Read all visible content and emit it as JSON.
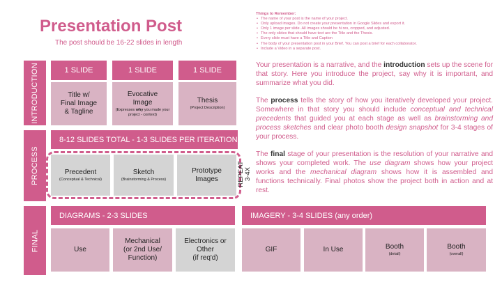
{
  "title": "Presentation Post",
  "subtitle": "The post should be 16-22 slides in length",
  "reminders": {
    "heading": "Things to Remember:",
    "items": [
      "The name of your post is the name of your project.",
      "Only upload images. Do not create your presentation in Google Slides and export it.",
      "Only 1 image per slide. All images should be hi res, cropped, and adjusted.",
      "The only slides that should have text are the Title and the Thesis.",
      "Every slide must have a Title and Caption",
      "The body of your presentation post in your Brief. You can post a brief for each collaborator.",
      "Include a Video in a separate post."
    ]
  },
  "paragraphs": {
    "intro": {
      "before": "Your presentation is a narrative, and the ",
      "bold": "introduction",
      "after": " sets up the scene for that story. Here you introduce the project, say why it is important, and summarize what you did."
    },
    "process": {
      "before": "The ",
      "bold": "process",
      "mid1": " tells the story of how you iteratively developed your project. Somewhere in that story you should include ",
      "italic1": "conceptual and technical precedents",
      "mid2": " that guided you at each stage as well as ",
      "italic2": "brainstorming and process sketches",
      "mid3": " and clear photo booth ",
      "italic3": "design snapshot",
      "after": " for 3-4 stages of your process."
    },
    "final": {
      "before": "The ",
      "bold": "final",
      "mid1": " stage of your presentation is the resolution of your narrative and shows your completed work. The ",
      "italic1": "use diagram",
      "mid2": " shows how your project works and the ",
      "italic2": "mechanical diagram",
      "after": " shows how it is assembled and functions technically. Final photos show the project both in action and at rest."
    }
  },
  "sections": {
    "introduction": "INTRODUCTION",
    "process": "PROCESS",
    "final": "FINAL"
  },
  "intro": {
    "headers": [
      "1 SLIDE",
      "1 SLIDE",
      "1 SLIDE"
    ],
    "cells": {
      "title_line1": "Title w/",
      "title_line2": "Final Image",
      "title_line3": "& Tagline",
      "evocative_line1": "Evocative",
      "evocative_line2": "Image",
      "evocative_sub_before": "(Expresses ",
      "evocative_sub_bold": "why",
      "evocative_sub_after": " you made your project - context)",
      "thesis": "Thesis",
      "thesis_sub": "(Project Description)"
    }
  },
  "process": {
    "header": "8-12 SLIDES TOTAL - 1-3 SLIDES PER ITERATION",
    "cells": {
      "precedent": "Precedent",
      "precedent_sub": "(Conceptual & Technical)",
      "sketch": "Sketch",
      "sketch_sub": "(Brainstorming & Process)",
      "prototype_line1": "Prototype",
      "prototype_line2": "Images"
    },
    "repeat_line1": "REPEAT",
    "repeat_line2": "3-4X"
  },
  "final": {
    "diagrams_header": "DIAGRAMS - 2-3 SLIDES",
    "imagery_header": "IMAGERY - 3-4 SLIDES (any order)",
    "cells": {
      "use": "Use",
      "mech_line1": "Mechanical",
      "mech_line2": "(or 2nd Use/",
      "mech_line3": "Function)",
      "elec_line1": "Electronics or",
      "elec_line2": "Other",
      "elec_line3": "(if req'd)",
      "gif": "GIF",
      "in_use": "In Use",
      "booth": "Booth",
      "booth_detail_sub": "(detail)",
      "booth_overall_sub": "(overall)"
    }
  }
}
